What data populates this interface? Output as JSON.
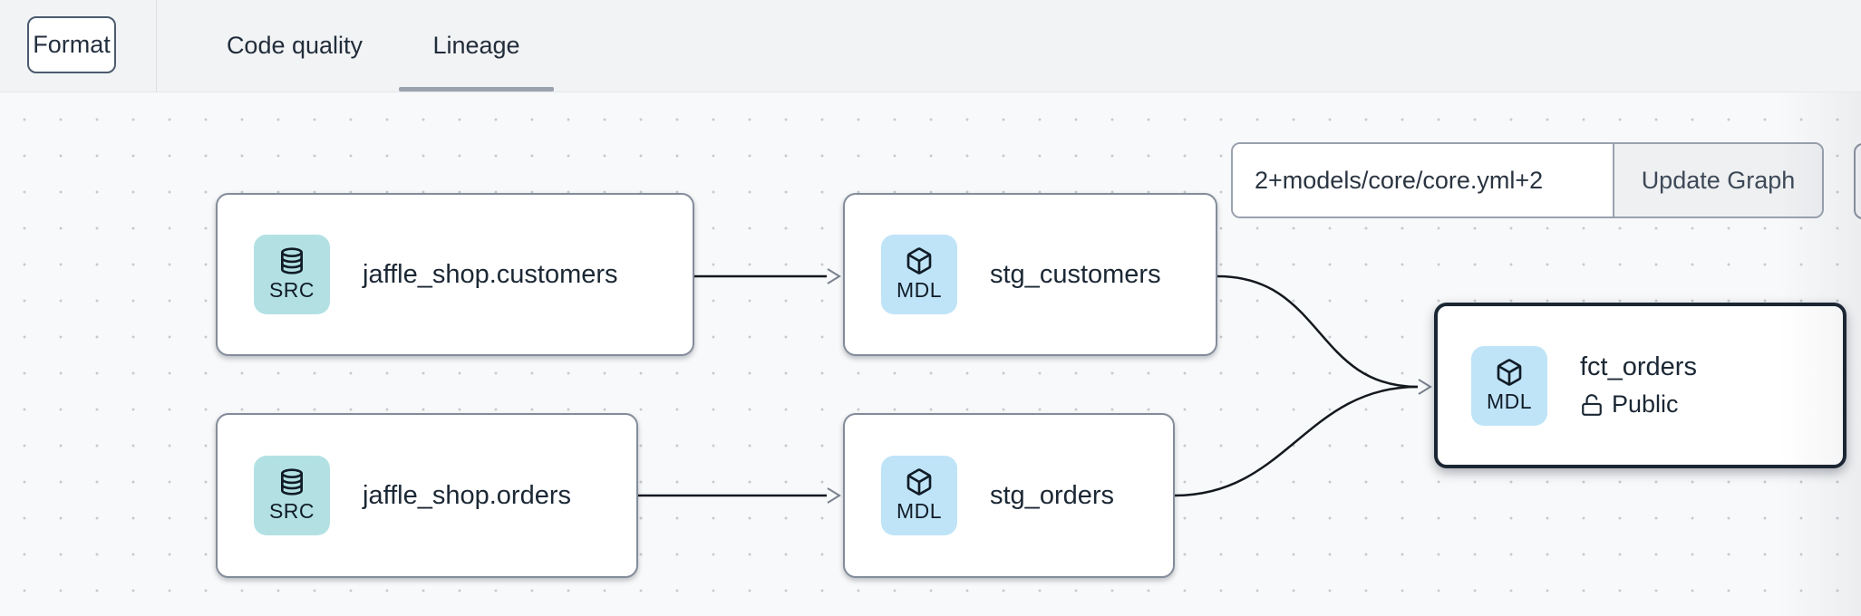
{
  "toolbar": {
    "format_label": "Format",
    "tabs": [
      {
        "label": "Code quality",
        "active": false
      },
      {
        "label": "Lineage",
        "active": true
      }
    ]
  },
  "lineage_controls": {
    "selector_value": "2+models/core/core.yml+2",
    "update_button_label": "Update Graph"
  },
  "nodes": [
    {
      "id": "jaffle_shop.customers",
      "badge": "SRC",
      "icon": "database",
      "title": "jaffle_shop.customers",
      "selected": false
    },
    {
      "id": "stg_customers",
      "badge": "MDL",
      "icon": "cube",
      "title": "stg_customers",
      "selected": false
    },
    {
      "id": "jaffle_shop.orders",
      "badge": "SRC",
      "icon": "database",
      "title": "jaffle_shop.orders",
      "selected": false
    },
    {
      "id": "stg_orders",
      "badge": "MDL",
      "icon": "cube",
      "title": "stg_orders",
      "selected": false
    },
    {
      "id": "fct_orders",
      "badge": "MDL",
      "icon": "cube",
      "title": "fct_orders",
      "subtitle": "Public",
      "subtitle_icon": "unlock",
      "selected": true
    }
  ],
  "edges": [
    {
      "from": "jaffle_shop.customers",
      "to": "stg_customers"
    },
    {
      "from": "jaffle_shop.orders",
      "to": "stg_orders"
    },
    {
      "from": "stg_customers",
      "to": "fct_orders"
    },
    {
      "from": "stg_orders",
      "to": "fct_orders"
    }
  ],
  "colors": {
    "topbar_bg": "#f2f3f5",
    "canvas_bg": "#f8f9fa",
    "dot_grid": "#c6cad0",
    "node_border": "#838c9a",
    "selected_node_border": "#1b2633",
    "src_badge_bg": "#b3e1e3",
    "mdl_badge_bg": "#bfe4f8",
    "edge": "#14191f",
    "active_tab_underline": "#9aa2ae"
  }
}
